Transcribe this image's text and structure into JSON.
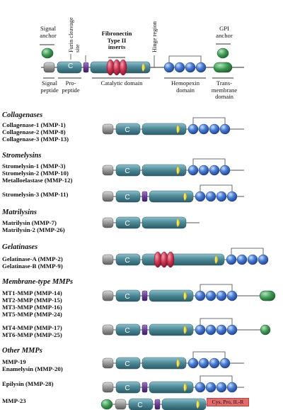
{
  "legend": {
    "signal_anchor": "Signal\nanchor",
    "furin_cleavage_site": "Furin cleavage\nsite",
    "fibronectin": "Fibronectin\nType II\ninserts",
    "hinge_region": "Hinge region",
    "gpi_anchor": "GPI\nanchor",
    "signal_peptide": "Signal\npeptide",
    "propeptide": "Pro-\npeptide",
    "catalytic_domain": "Catalytic domain",
    "hemopexin_domain": "Hemopexin\ndomain",
    "transmembrane_domain": "Trans-\nmembrane\ndomain",
    "c_label": "C"
  },
  "groups": [
    {
      "title": "Collagenases",
      "members": [
        "Collagenase-1 (MMP-1)",
        "Collagenase-2 (MMP-8)",
        "Collagenase-3 (MMP-13)"
      ]
    },
    {
      "title": "Stromelysins",
      "members": [
        "Stromelysin-1 (MMP-3)",
        "Stromelysin-2 (MMP-10)",
        "Metalloelastase (MMP-12)",
        "Stromelysin-3 (MMP-11)"
      ]
    },
    {
      "title": "Matrilysins",
      "members": [
        "Matrilysin (MMP-7)",
        "Matrilysin-2 (MMP-26)"
      ]
    },
    {
      "title": "Gelatinases",
      "members": [
        "Gelatinase-A (MMP-2)",
        "Gelatinase-B (MMP-9)"
      ]
    },
    {
      "title": "Membrane-type MMPs",
      "members": [
        "MT1-MMP (MMP-14)",
        "MT2-MMP (MMP-15)",
        "MT3-MMP (MMP-16)",
        "MT5-MMP (MMP-24)",
        "MT4-MMP (MMP-17)",
        "MT6-MMP (MMP-25)"
      ]
    },
    {
      "title": "Other MMPs",
      "members": [
        "MMP-19",
        "Enamelysin (MMP-20)",
        "Epilysin (MMP-28)",
        "MMP-23"
      ]
    }
  ],
  "cys_box": "Cys, Pro, IL-R",
  "colors": {
    "catalytic": "#4f8b99",
    "propeptide": "#4f8b99",
    "signal": "#8c8c8c",
    "furin": "#6a3f93",
    "fibronectin": "#c9344f",
    "zinc": "#e8dc2a",
    "hemopexin": "#3f6fc4",
    "transmembrane": "#3f9a55",
    "cys_box": "#e26a6a"
  }
}
